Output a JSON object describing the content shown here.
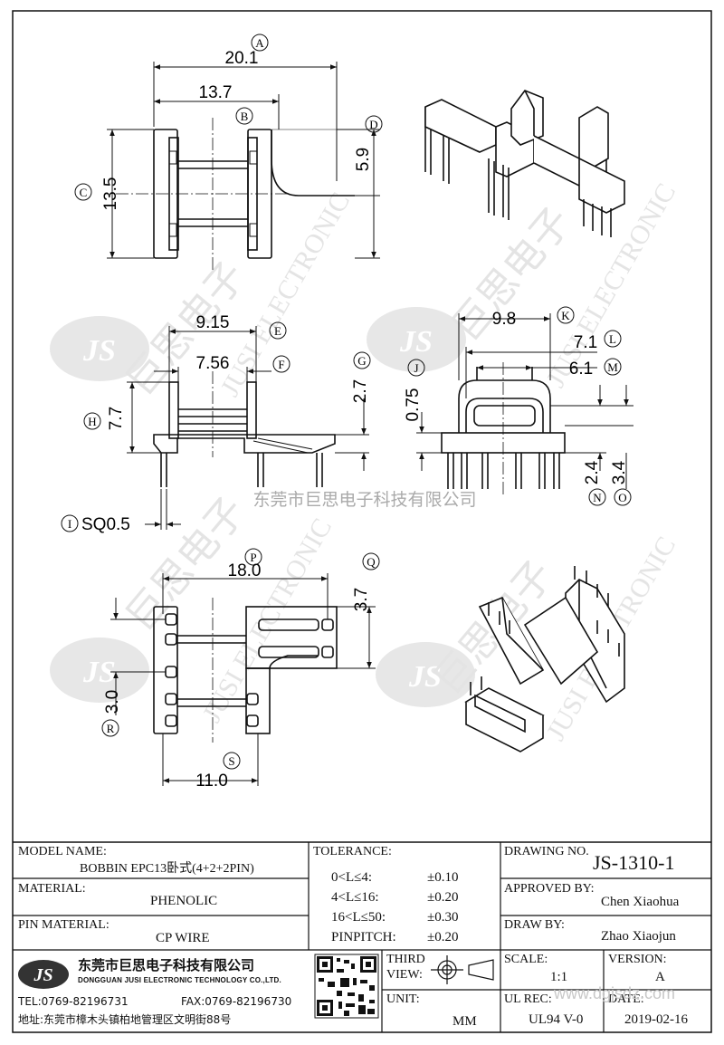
{
  "drawing": {
    "dims": {
      "a_label": "A",
      "a_val": "20.1",
      "b_label": "B",
      "b_val": "13.7",
      "c_label": "C",
      "c_val": "13.5",
      "d_label": "D",
      "d_val": "5.9",
      "e_label": "E",
      "e_val": "9.15",
      "f_label": "F",
      "f_val": "7.56",
      "g_label": "G",
      "g_val": "2.7",
      "h_label": "H",
      "h_val": "7.7",
      "i_label": "I",
      "i_val": "SQ0.5",
      "j_label": "J",
      "j_val": "0.75",
      "k_label": "K",
      "k_val": "9.8",
      "l_label": "L",
      "l_val": "7.1",
      "m_label": "M",
      "m_val": "6.1",
      "n_label": "N",
      "n_val": "2.4",
      "o_label": "O",
      "o_val": "3.4",
      "p_label": "P",
      "p_val": "18.0",
      "q_label": "Q",
      "q_val": "3.7",
      "r_label": "R",
      "r_val": "3.0",
      "s_label": "S",
      "s_val": "11.0"
    },
    "center_watermark": "东莞市巨思电子科技有限公司",
    "diag_watermark": "JUSI ELECTRONIC",
    "logo_text": "JS",
    "cn_watermark": "巨思电子"
  },
  "title_block": {
    "model_label": "MODEL NAME:",
    "model_value": "BOBBIN EPC13卧式(4+2+2PIN)",
    "material_label": "MATERIAL:",
    "material_value": "PHENOLIC",
    "pin_material_label": "PIN MATERIAL:",
    "pin_material_value": "CP WIRE",
    "tolerance_label": "TOLERANCE:",
    "tolerances": [
      {
        "range": "0<L≤4:",
        "value": "±0.10"
      },
      {
        "range": "4<L≤16:",
        "value": "±0.20"
      },
      {
        "range": "16<L≤50:",
        "value": "±0.30"
      },
      {
        "range": "PINPITCH:",
        "value": "±0.20"
      }
    ],
    "drawing_no_label": "DRAWING NO.",
    "drawing_no_value": "JS-1310-1",
    "approved_label": "APPROVED BY:",
    "approved_value": "Chen Xiaohua",
    "draw_label": "DRAW BY:",
    "draw_value": "Zhao Xiaojun",
    "company_logo": "JS",
    "company_cn": "东莞市巨思电子科技有限公司",
    "company_en": "DONGGUAN JUSI ELECTRONIC TECHNOLOGY CO.,LTD.",
    "tel": "TEL:0769-82196731",
    "fax": "FAX:0769-82196730",
    "address": "地址:东莞市樟木头镇柏地管理区文明街88号",
    "third_view_label": "THIRD\nVIEW:",
    "third_view_1": "THIRD",
    "third_view_2": "VIEW:",
    "unit_label": "UNIT:",
    "unit_value": "MM",
    "scale_label": "SCALE:",
    "scale_value": "1:1",
    "version_label": "VERSION:",
    "version_value": "A",
    "ul_label": "UL REC:",
    "ul_value": "UL94 V-0",
    "date_label": "DATE:",
    "date_value": "2019-02-16",
    "website": "www.dgjsdz.com"
  }
}
